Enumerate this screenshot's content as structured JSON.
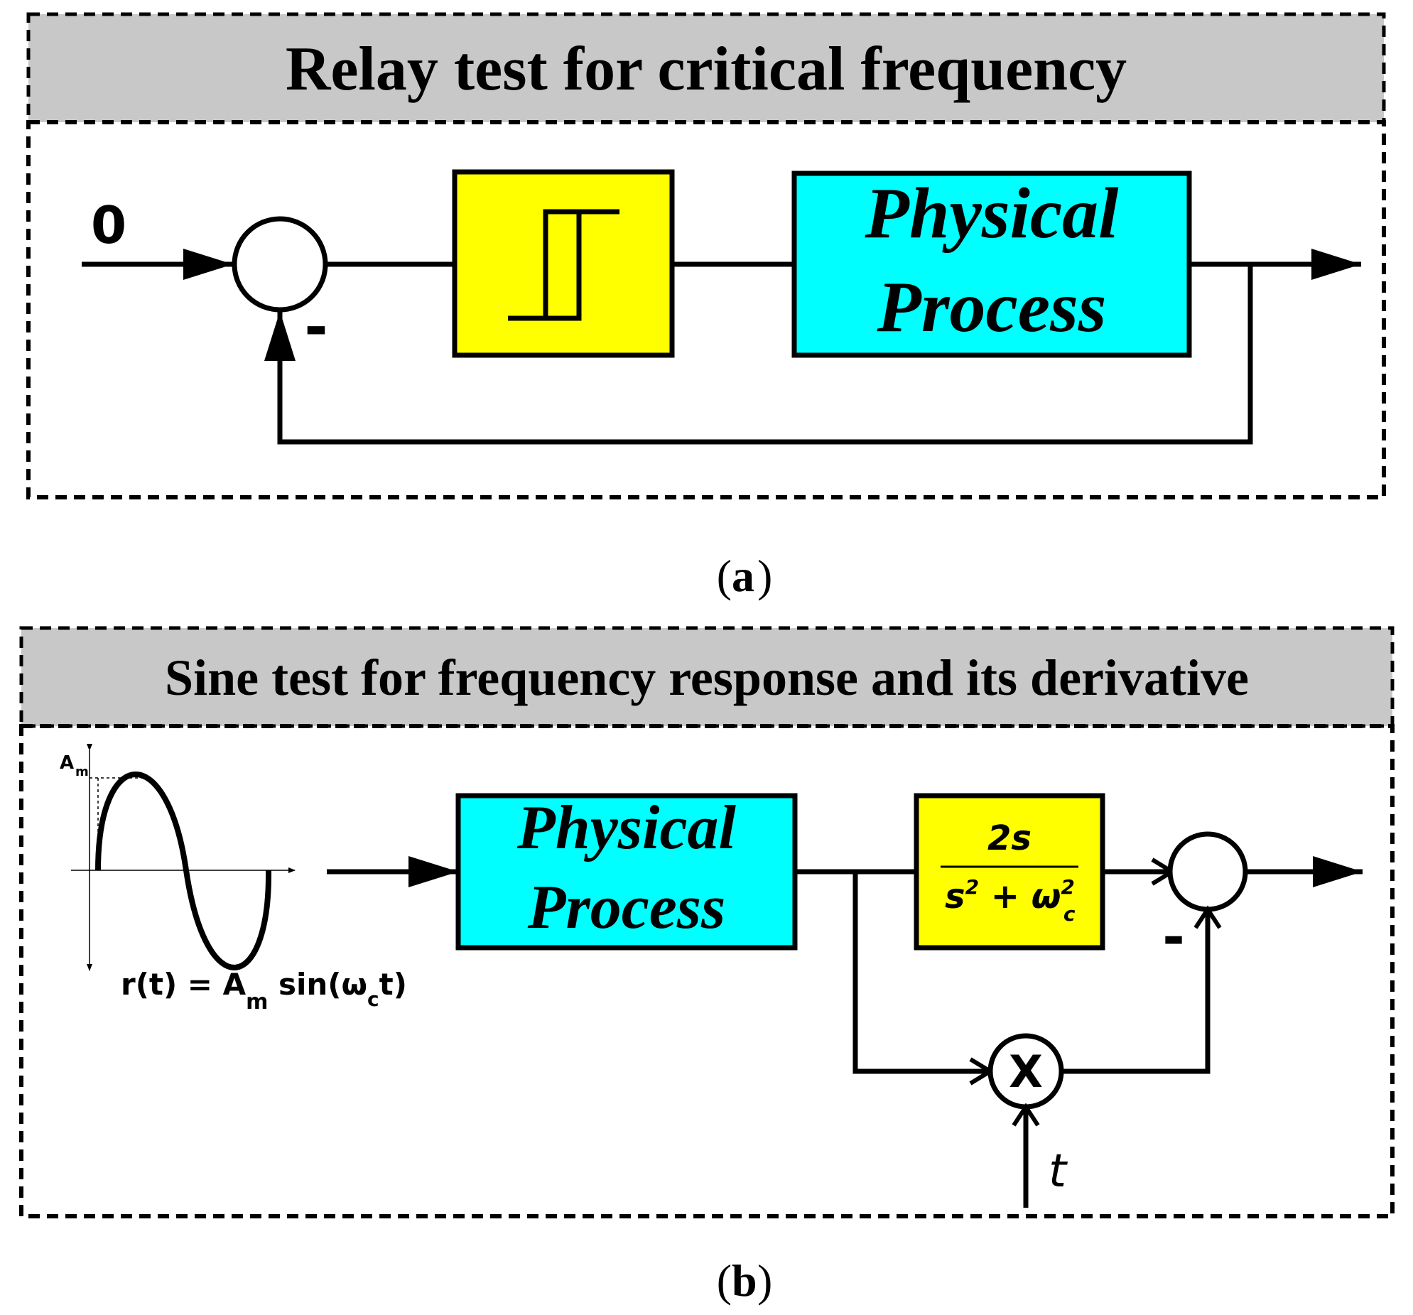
{
  "panel_a": {
    "title": "Relay test for critical frequency",
    "input_label": "0",
    "sign_label": "-",
    "relay_block": {
      "label": ""
    },
    "process_block": {
      "line1": "Physical",
      "line2": "Process"
    },
    "caption_open": "(",
    "caption_letter": "a",
    "caption_close": ")"
  },
  "panel_b": {
    "title": "Sine test for frequency response and its derivative",
    "sine_axis_label": "A",
    "sine_axis_sub": "m",
    "formula": {
      "lhs": "r(t) = A",
      "sub_m": "m",
      "mid": " sin(ω",
      "sub_c": "c",
      "end": "t)"
    },
    "process_block": {
      "line1": "Physical",
      "line2": "Process"
    },
    "filter_block": {
      "numerator": "2s",
      "den_s": "s",
      "den_exp1": "2",
      "den_plus": " + ω",
      "den_exp2": "2",
      "den_sub": "c"
    },
    "sign_label": "-",
    "multiplier_label": "X",
    "time_label": "t",
    "caption_open": "(",
    "caption_letter": "b",
    "caption_close": ")"
  },
  "colors": {
    "title_band": "#c8c8c8",
    "relay_fill": "#ffff00",
    "process_fill": "#00ffff",
    "line": "#000000"
  }
}
